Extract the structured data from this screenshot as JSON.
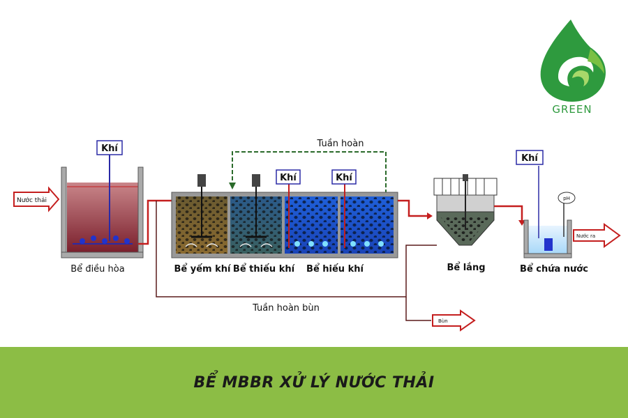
{
  "brand": {
    "name": "GREEN",
    "color": "#2e9a3e"
  },
  "diagram": {
    "air_label": "Khí",
    "inlet_label": "Nước thải",
    "outlet_label": "Nước ra",
    "sludge_out_label": "Bùn",
    "recirculation_label": "Tuần hoàn",
    "sludge_recirculation_label": "Tuần hoàn bùn",
    "ph_label": "pH",
    "tanks": {
      "equalization": "Bể điều hòa",
      "anaerobic": "Bể yếm khí",
      "anoxic": "Bể thiếu khí",
      "aerobic": "Bể hiếu khí",
      "settling": "Bể lắng",
      "storage": "Bể chứa nước"
    }
  },
  "footer": {
    "title": "BỂ MBBR XỬ LÝ NƯỚC THẢI",
    "background": "#8cbd45"
  },
  "colors": {
    "pipe": "#c41e1e",
    "air_box": "#2a2aa6",
    "recirc": "#2a6a2a"
  }
}
